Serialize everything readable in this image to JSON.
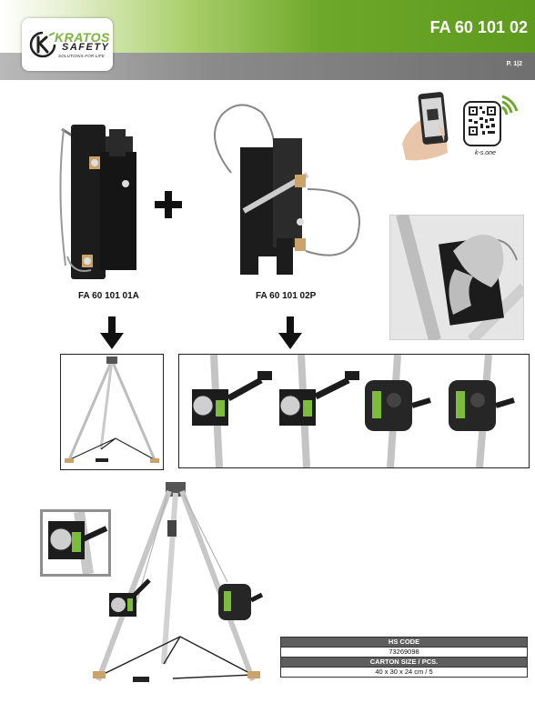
{
  "header": {
    "brand_main": "KRATOS",
    "brand_sub": "SAFETY",
    "brand_tagline": "SOLUTIONS FOR LIFE",
    "reference": "FA 60 101 02",
    "page_label": "P. 1|2",
    "qr_caption": "k-s.one"
  },
  "products": {
    "left_label": "FA 60 101 01A",
    "right_label": "FA 60 101 02P"
  },
  "specs": {
    "hs_code_label": "HS CODE",
    "hs_code_value": "73269098",
    "carton_label": "CARTON SIZE / PCS.",
    "carton_value": "40 x 30 x 24 cm / 5"
  },
  "colors": {
    "brand_green": "#6da82a",
    "header_gray": "#7a7a7a",
    "bracket_black": "#1c1c1c",
    "winch_green": "#7dbb3a"
  }
}
